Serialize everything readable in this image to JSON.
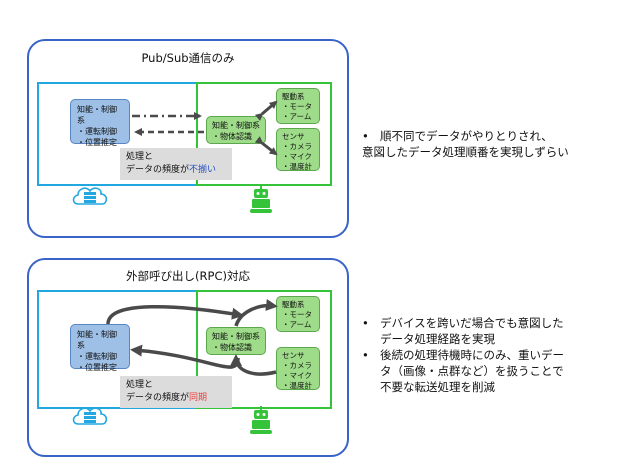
{
  "top": {
    "title": "Pub/Sub通信のみ",
    "cloud_node": [
      "知能・制御系",
      "・運転制御",
      "・位置推定"
    ],
    "robot_center": [
      "知能・制御系",
      "・物体認識"
    ],
    "actuator_node": [
      "駆動系",
      "・モータ",
      "・アーム"
    ],
    "sensor_node": [
      "センサ",
      "・カメラ",
      "・マイク",
      "・温度計"
    ],
    "note_line1": "処理と",
    "note_line2_prefix": "データの頻度が",
    "note_line2_highlight": "不揃い",
    "bullets": [
      "順不同でデータがやりとりされ、",
      "意図したデータ処理順番を実現しずらい"
    ]
  },
  "bottom": {
    "title": "外部呼び出し(RPC)対応",
    "cloud_node": [
      "知能・制御系",
      "・運転制御",
      "・位置推定"
    ],
    "robot_center": [
      "知能・制御系",
      "・物体認識"
    ],
    "actuator_node": [
      "駆動系",
      "・モータ",
      "・アーム"
    ],
    "sensor_node": [
      "センサ",
      "・カメラ",
      "・マイク",
      "・温度計"
    ],
    "note_line1": "処理と",
    "note_line2_prefix": "データの頻度が",
    "note_line2_highlight": "同期",
    "bullets": [
      [
        "デバイスを跨いだ場合でも意図した",
        "データ処理経路を実現"
      ],
      [
        "後続の処理待機時にのみ、重いデー",
        "タ（画像・点群など）を扱うことで",
        "不要な転送処理を削減"
      ]
    ]
  },
  "bullet_char": "•",
  "colors": {
    "panel": "#3a63c8",
    "cloud": "#22a7e0",
    "robot": "#35c33a",
    "blue_text": "#1f4fbf",
    "red_text": "#e8413a"
  },
  "icons": [
    "cloud-server-icon",
    "robot-icon"
  ]
}
